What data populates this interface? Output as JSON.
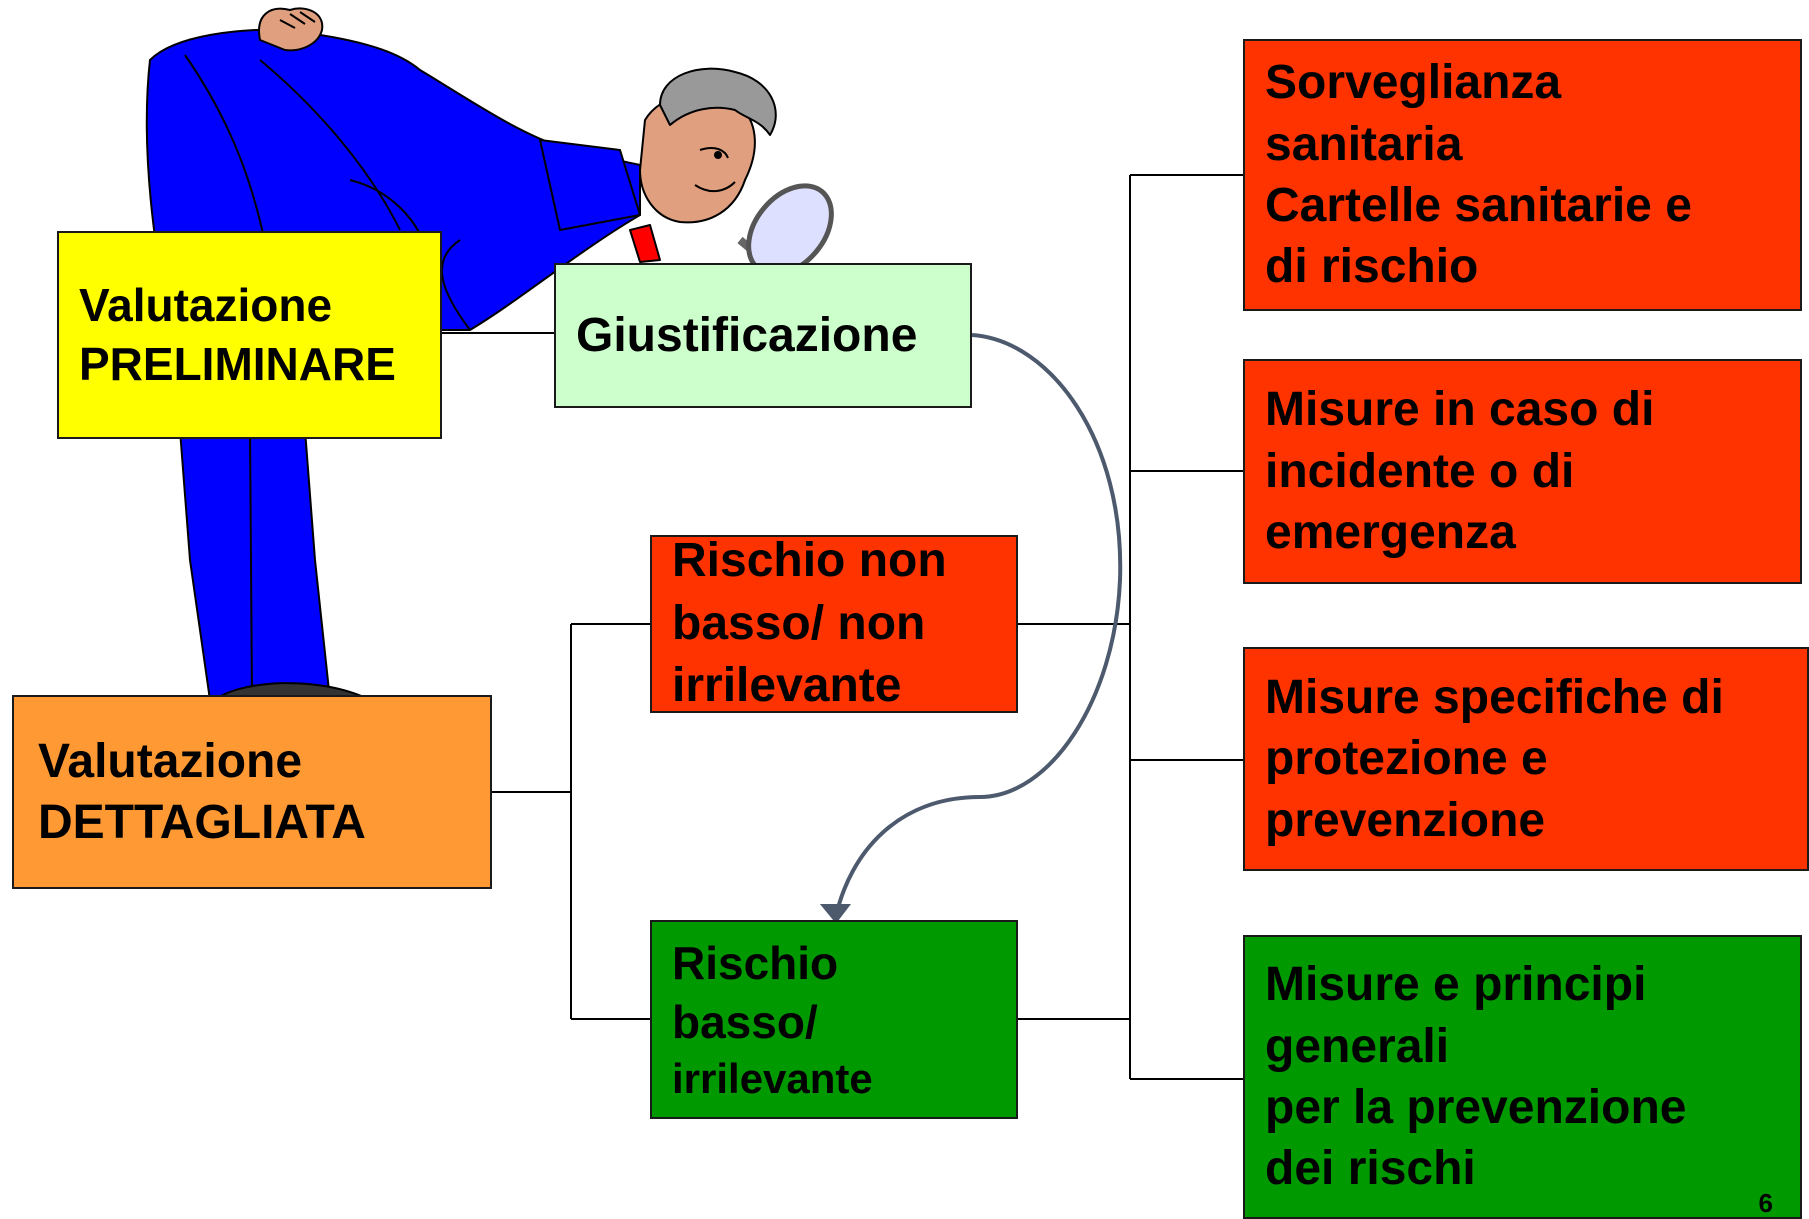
{
  "colors": {
    "yellow": "#ffff00",
    "light_green": "#ccffcc",
    "orange": "#ff9933",
    "red": "#ff3300",
    "green": "#009900",
    "connector": "#000000",
    "curve": "#4d5a6e",
    "suit": "#0000ff",
    "skin": "#e0a080",
    "hair": "#999999",
    "lens": "#dde0ff"
  },
  "illustration": {
    "name": "man-with-magnifying-glass-clipart"
  },
  "boxes": {
    "preliminare": {
      "lines": [
        "Valutazione",
        "PRELIMINARE"
      ]
    },
    "giustificazione": {
      "lines": [
        "Giustificazione"
      ]
    },
    "dettagliata": {
      "lines": [
        "Valutazione",
        "DETTAGLIATA"
      ]
    },
    "rischio_non_basso": {
      "lines": [
        "Rischio non",
        "basso/ non",
        "irrilevante"
      ]
    },
    "rischio_basso": {
      "lines": [
        "Rischio",
        "basso/",
        "irrilevante"
      ]
    },
    "sorveglianza": {
      "lines": [
        "Sorveglianza",
        "sanitaria",
        "Cartelle sanitarie e",
        "di rischio"
      ]
    },
    "incidente": {
      "lines": [
        "Misure in caso di",
        "incidente o di",
        "emergenza"
      ]
    },
    "protezione": {
      "lines": [
        "Misure specifiche di",
        "protezione e",
        "prevenzione"
      ]
    },
    "principi": {
      "lines": [
        "Misure e principi",
        "generali",
        "per la prevenzione",
        "dei rischi"
      ]
    }
  },
  "page_number": "6"
}
